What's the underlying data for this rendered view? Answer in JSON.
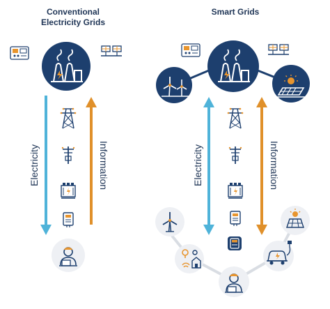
{
  "titles": {
    "left_line1": "Conventional",
    "left_line2": "Electricity Grids",
    "right": "Smart Grids"
  },
  "labels": {
    "electricity": "Electricity",
    "information": "Information"
  },
  "colors": {
    "navy": "#1d3f6e",
    "electricity_arrow": "#4fb3d9",
    "information_arrow": "#e0902a",
    "icon_orange": "#e8952e",
    "circle_bg": "#eef0f4",
    "connector": "#d9dde3"
  },
  "icons": {
    "power_plant": "power-plant-icon",
    "wind_turbine": "wind-turbine-icon",
    "solar_panel": "solar-panel-icon",
    "transmission_tower": "transmission-tower-icon",
    "utility_pole": "utility-pole-icon",
    "transformer": "transformer-icon",
    "meter": "meter-icon",
    "consumer": "consumer-icon",
    "smart_meter": "smart-meter-icon",
    "smart_home": "smart-home-icon",
    "electric_vehicle": "electric-vehicle-icon",
    "control_room": "control-room-icon",
    "solar_array": "solar-array-icon"
  }
}
